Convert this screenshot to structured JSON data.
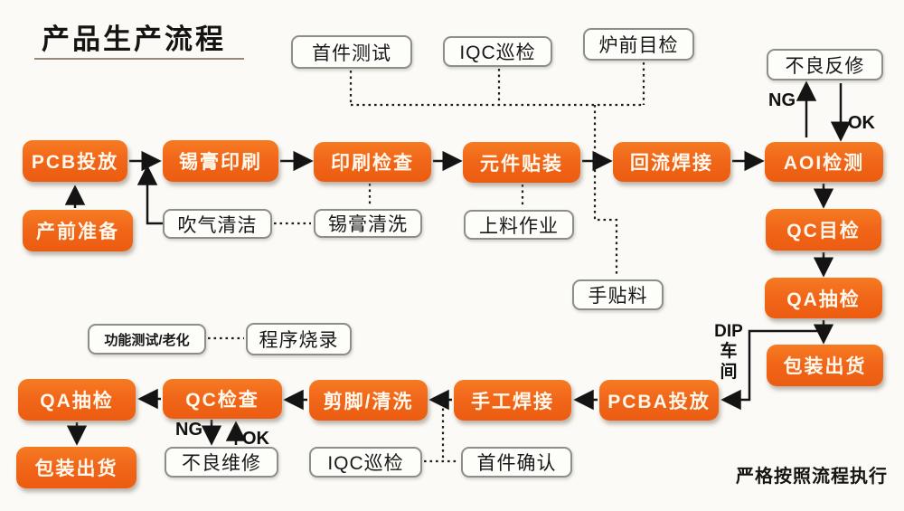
{
  "title": "产品生产流程",
  "footer_note": "严格按照流程执行",
  "colors": {
    "process_fill": "#f1671a",
    "process_text": "#fff8ec",
    "annotation_fill": "#fdfdfa",
    "annotation_border": "#8d8d8a",
    "line": "#141414",
    "background": "#fbfaf6"
  },
  "process_nodes": {
    "pcb_feed": "PCB投放",
    "pre_production": "产前准备",
    "solder_paste_printing": "锡膏印刷",
    "printing_inspection": "印刷检查",
    "component_placement": "元件贴装",
    "reflow_soldering": "回流焊接",
    "aoi_inspection": "AOI检测",
    "qc_visual_inspection": "QC目检",
    "qa_sampling_smt": "QA抽检",
    "packing_shipping_smt": "包装出货",
    "pcba_feed": "PCBA投放",
    "manual_soldering": "手工焊接",
    "trimming_cleaning": "剪脚/清洗",
    "qc_inspection": "QC检查",
    "qa_sampling_dip": "QA抽检",
    "packing_shipping_dip": "包装出货"
  },
  "annotation_nodes": {
    "first_article_test": "首件测试",
    "iqc_patrol_smt": "IQC巡检",
    "pre_furnace_visual": "炉前目检",
    "defect_rework": "不良反修",
    "air_blow_cleaning": "吹气清洁",
    "solder_paste_cleaning": "锡膏清洗",
    "material_loading": "上料作业",
    "manual_placement": "手贴料",
    "function_test_aging": "功能测试/老化",
    "program_burning": "程序烧录",
    "defect_repair": "不良维修",
    "iqc_patrol_dip": "IQC巡检",
    "first_article_confirm": "首件确认"
  },
  "flow_labels": {
    "ng_smt": "NG",
    "ok_smt": "OK",
    "ng_dip": "NG",
    "ok_dip": "OK",
    "dip_workshop": "DIP\n车\n间"
  }
}
